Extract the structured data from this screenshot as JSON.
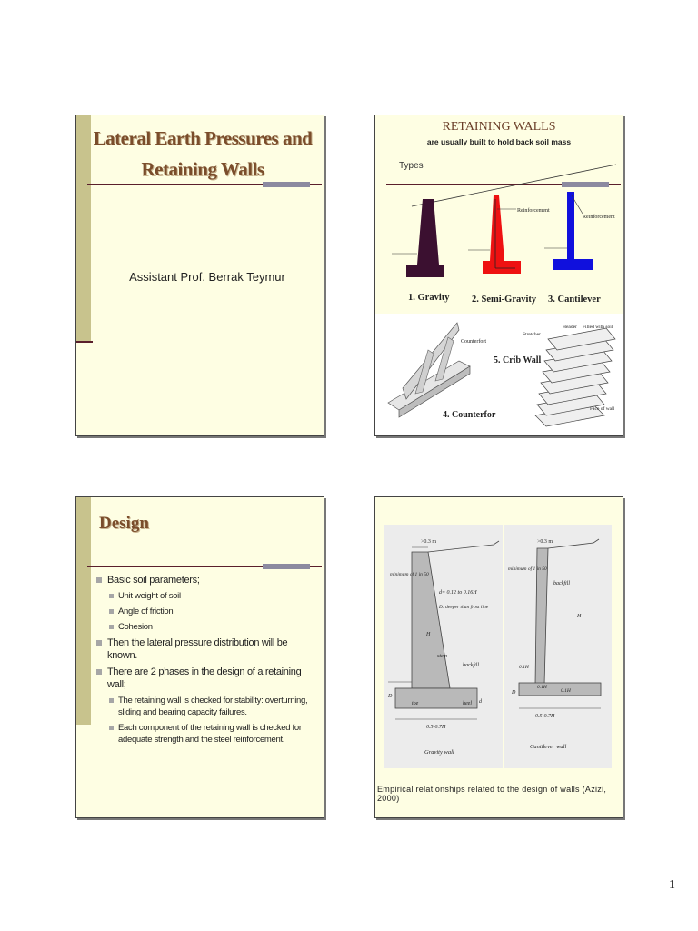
{
  "slide1": {
    "title_line1": "Lateral Earth Pressures and",
    "title_line2": "Retaining Walls",
    "author": "Assistant Prof. Berrak Teymur"
  },
  "slide2": {
    "title": "RETAINING WALLS",
    "subtitle": "are usually built to hold back soil mass",
    "types_label": "Types",
    "reinforcement_label": "Reinforcement",
    "gravity_label": "1. Gravity",
    "semigravity_label": "2. Semi-Gravity",
    "cantilever_label": "3. Cantilever",
    "counterfort_label": "4. Counterfort",
    "counterfort_part_label": "Counterfort",
    "crib_label": "5. Crib Wall",
    "stretcher_label": "Stretcher",
    "header_label": "Header",
    "filled_label": "Filled with soil",
    "face_label": "Face of wall",
    "colors": {
      "gravity": "#3b1030",
      "semigravity": "#ee1111",
      "cantilever": "#1010dd"
    }
  },
  "slide3": {
    "title": "Design",
    "bullets": {
      "b1": "Basic soil parameters;",
      "b1_sub1": "Unit weight of soil",
      "b1_sub2": "Angle of friction",
      "b1_sub3": "Cohesion",
      "b2": "Then the lateral pressure distribution will be known.",
      "b3": "There are 2 phases in the design of a retaining wall;",
      "b3_sub1": "The retaining wall is checked for stability: overturning, sliding and bearing capacity failures.",
      "b3_sub2": "Each component of the retaining wall is checked for adequate strength and the steel reinforcement."
    }
  },
  "slide4": {
    "gravity": {
      "top_width": ">0.3 m",
      "batter": "minimum of 1 in 50",
      "d_rel": "d= 0.12  to  0.16H",
      "d_note": "D: deeper than frost line",
      "height": "H",
      "stem": "stem",
      "backfill": "backfill",
      "toe": "toe",
      "heel": "heel",
      "D": "D",
      "d": "d",
      "base": "0.5-0.7H",
      "label": "Gravity wall"
    },
    "cantilever": {
      "top_width": ">0.3 m",
      "batter": "minimum of 1 in 50",
      "backfill": "backfill",
      "height": "H",
      "toe_th": "0.1H",
      "heel_th": "0.1H",
      "footing_th": "0.1H",
      "D": "D",
      "base": "0.5-0.7H",
      "label": "Cantilever wall"
    },
    "caption": "Empirical relationships related to the design of walls (Azizi, 2000)"
  },
  "page_number": "1"
}
